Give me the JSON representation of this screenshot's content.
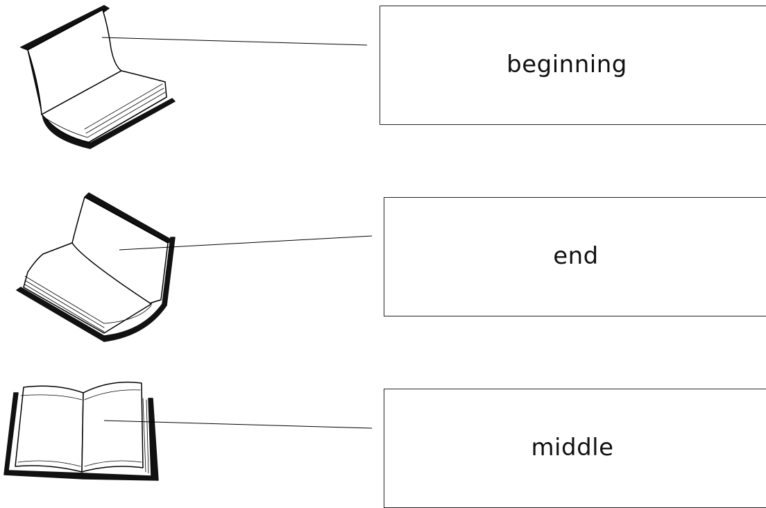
{
  "rows": [
    {
      "book_icon": "book-open-front-cover-icon",
      "label": "beginning"
    },
    {
      "book_icon": "book-open-back-cover-icon",
      "label": "end"
    },
    {
      "book_icon": "book-open-middle-icon",
      "label": "middle"
    }
  ],
  "colors": {
    "ink": "#111111",
    "background": "#ffffff"
  }
}
